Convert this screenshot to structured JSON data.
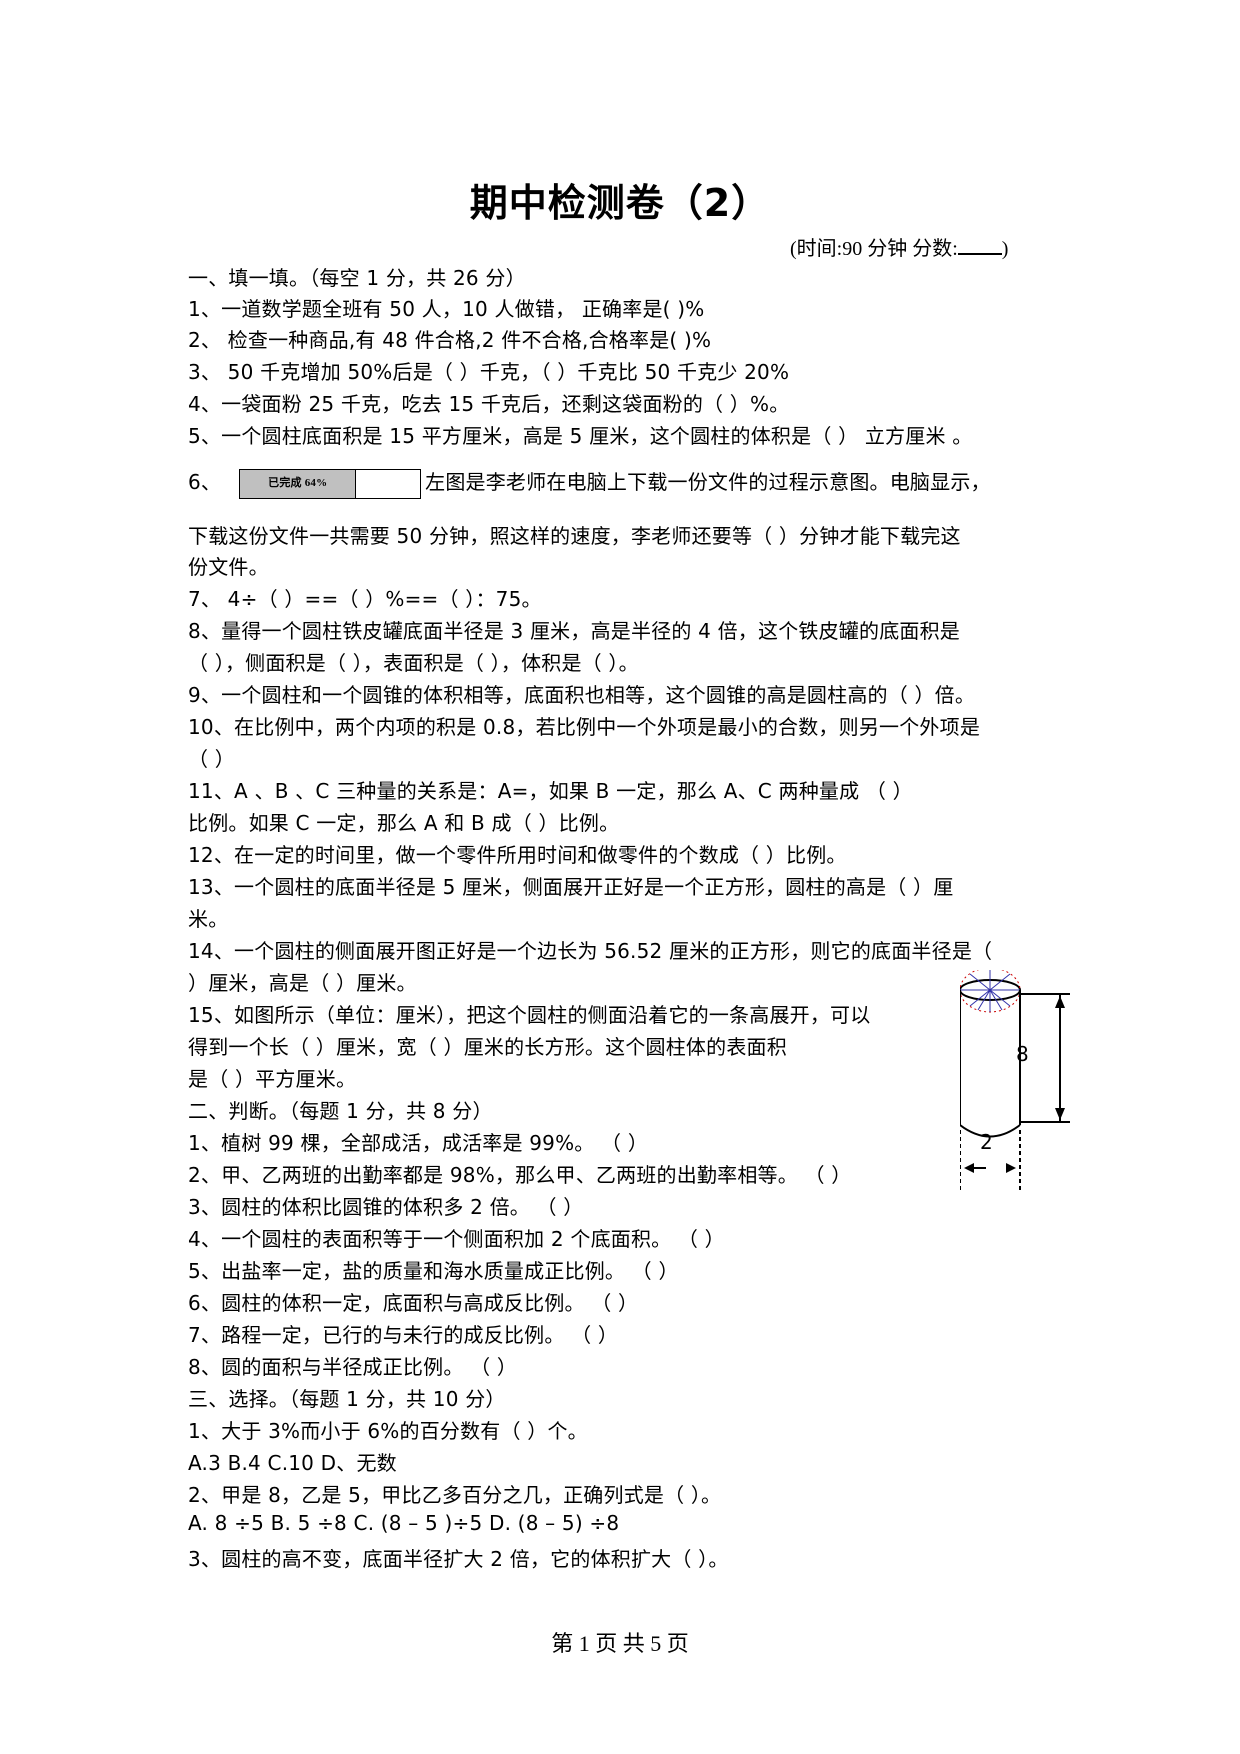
{
  "header": {
    "title": "期中检测卷（2）",
    "meta_prefix": "(时间:90 分钟    分数:",
    "meta_suffix": ")"
  },
  "section1": {
    "heading": "一、填一填。（每空 1 分，共 26 分）",
    "items": [
      " 1、一道数学题全班有 50 人，10 人做错， 正确率是(      )%",
      "  2、 检查一种商品,有 48 件合格,2 件不合格,合格率是(      )%",
      "  3、 50 千克增加 50%后是（  ）千克，（  ）千克比 50 千克少 20%",
      "  4、一袋面粉 25 千克，吃去 15 千克后，还剩这袋面粉的（      ）%。",
      "  5、一个圆柱底面积是 15 平方厘米，高是 5 厘米，这个圆柱的体积是（  ） 立方厘米 。"
    ],
    "item6_prefix": "  6、",
    "item6_progress_label": "已完成 64%",
    "item6_progress_percent": 64,
    "item6_after": "左图是李老师在电脑上下载一份文件的过程示意图。电脑显示，",
    "item6_line2": "下载这份文件一共需要 50 分钟，照这样的速度，李老师还要等（    ）分钟才能下载完这",
    "item6_line3": "份文件。",
    "item7": "7、 4÷（   ）==（   ）%==（   ）：75。",
    "item8_line1": "8、量得一个圆柱铁皮罐底面半径是 3 厘米，高是半径的 4 倍，这个铁皮罐的底面积是",
    "item8_line2": "（   ），侧面积是（  ），表面积是（   ），体积是（   ）。",
    "item9": "9、一个圆柱和一个圆锥的体积相等，底面积也相等，这个圆锥的高是圆柱高的（     ）倍。",
    "item10_line1": "10、在比例中，两个内项的积是 0.8，若比例中一个外项是最小的合数，则另一个外项是",
    "item10_line2": "      （ ）",
    "item11_line1": "11、A 、B 、C 三种量的关系是：A=，如果 B 一定，那么 A、C 两种量成 （     ）",
    "item11_line2": "比例。如果 C 一定，那么 A  和 B 成（  ）比例。",
    "item12": "12、在一定的时间里，做一个零件所用时间和做零件的个数成（     ）比例。",
    "item13_line1": "13、一个圆柱的底面半径是 5 厘米，侧面展开正好是一个正方形，圆柱的高是（      ）厘",
    "item13_line2": "米。",
    "item14_line1": "14、一个圆柱的侧面展开图正好是一个边长为 56.52 厘米的正方形，则它的底面半径是（",
    "item14_line2": "）厘米，高是（    ）厘米。",
    "item15_line1": "15、如图所示（单位：厘米），把这个圆柱的侧面沿着它的一条高展开，可以",
    "item15_line2": "得到一个长（        ）厘米，宽（        ）厘米的长方形。这个圆柱体的表面积",
    "item15_line3": "是（        ）平方厘米。"
  },
  "figure": {
    "height_label": "8",
    "diameter_label": "2"
  },
  "section2": {
    "heading": "二、判断。（每题 1 分，共 8 分）",
    "items": [
      "1、植树 99 棵，全部成活，成活率是 99%。                      （    ）",
      "2、甲、乙两班的出勤率都是 98%，那么甲、乙两班的出勤率相等。  （    ）",
      "3、圆柱的体积比圆锥的体积多 2 倍。                       （    ）",
      "4、一个圆柱的表面积等于一个侧面积加 2 个底面积。              （    ）",
      "5、出盐率一定，盐的质量和海水质量成正比例。                 （    ）",
      "6、圆柱的体积一定，底面积与高成反比例。                    （    ）",
      "7、路程一定，已行的与未行的成反比例。                      （    ）",
      "8、圆的面积与半径成正比例。                           （    ）"
    ]
  },
  "section3": {
    "heading": "三、选择。（每题 1 分，共 10 分）",
    "q1": "1、大于 3%而小于 6%的百分数有（  ）个。",
    "q1_options": "  A.3     B.4     C.10     D、无数",
    "q2": "2、甲是 8，乙是 5，甲比乙多百分之几，正确列式是（  ）。",
    "q2_options": "  A. 8 ÷5    B. 5 ÷8    C. (8 – 5 )÷5   D. (8 – 5) ÷8",
    "q3": "3、圆柱的高不变，底面半径扩大 2 倍，它的体积扩大（  ）。"
  },
  "footer": {
    "page_label": "第 1 页 共 5 页"
  }
}
